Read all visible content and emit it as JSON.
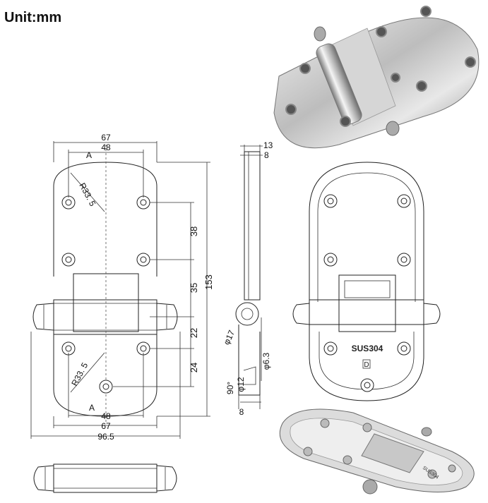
{
  "header": {
    "unit_label": "Unit:mm"
  },
  "front_view": {
    "dims": {
      "overall_width": "67",
      "hole_spacing_top": "48",
      "hole_spacing_bottom": "48",
      "width_bottom": "67",
      "width_with_pin": "96.5",
      "radius_top": "R33. 5",
      "radius_bottom": "R33. 5",
      "section_top": "A",
      "section_bottom": "A",
      "v_38": "38",
      "v_35": "35",
      "v_22": "22",
      "v_24": "24",
      "overall_length": "153"
    }
  },
  "side_view": {
    "dims": {
      "thickness_total": "13",
      "plate_thickness": "8",
      "pin_dia": "φ17",
      "hole_dia": "φ6.3",
      "countersink_dia": "φ12",
      "countersink_angle": "90°",
      "bottom_8": "8"
    }
  },
  "drawing_view": {
    "label_material": "SUS304",
    "label_mark": "D"
  },
  "photo_view": {
    "label_material": "SUS304"
  }
}
